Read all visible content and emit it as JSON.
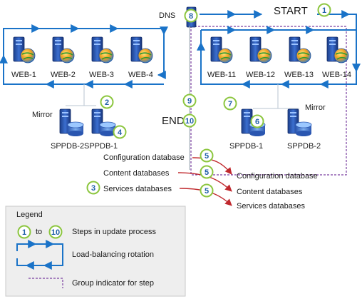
{
  "left_farm": {
    "servers": [
      "WEB-1",
      "WEB-2",
      "WEB-3",
      "WEB-4"
    ],
    "mirror_label": "Mirror",
    "db_servers": [
      "SPPDB-2",
      "SPPDB-1"
    ],
    "steps": {
      "mirror_db": "2",
      "primary_db": "4",
      "services": "3"
    }
  },
  "right_farm": {
    "servers": [
      "WEB-11",
      "WEB-12",
      "WEB-13",
      "WEB-14"
    ],
    "mirror_label": "Mirror",
    "db_servers": [
      "SPPDB-1",
      "SPPDB-2"
    ],
    "steps": {
      "mirror_db": "7",
      "primary_db": "6"
    }
  },
  "dns": {
    "label": "DNS",
    "step": "8"
  },
  "start": {
    "label": "START",
    "step": "1"
  },
  "end": {
    "label": "END",
    "step_a": "9",
    "step_b": "10"
  },
  "databases": {
    "source": [
      "Configuration database",
      "Content databases",
      "Services databases"
    ],
    "target": [
      "Configuration database",
      "Content databases",
      "Services databases"
    ],
    "steps": [
      "5",
      "5",
      "5"
    ]
  },
  "legend": {
    "title": "Legend",
    "step_from": "1",
    "step_to_word": "to",
    "step_to": "10",
    "steps_text": "Steps in update process",
    "rotation_text": "Load-balancing rotation",
    "group_text": "Group indicator for step"
  },
  "colors": {
    "blue_line": "#1a73c8",
    "green_circle": "#8cc63f",
    "step_text": "#1f5fa8",
    "red_arrow": "#c0282d",
    "purple_dash": "#7a3fa0",
    "legend_bg": "#eeeeee"
  }
}
